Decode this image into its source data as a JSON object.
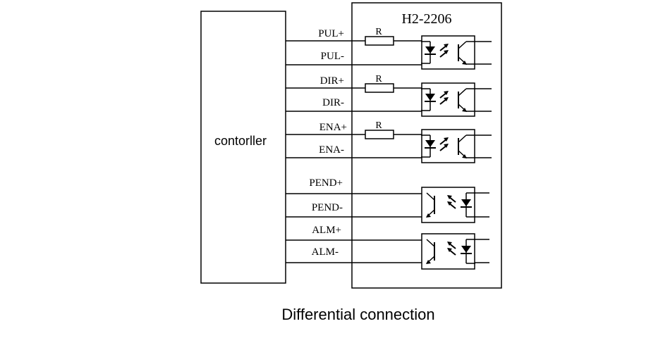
{
  "diagram": {
    "controller_label": "contorller",
    "driver_title": "H2-2206",
    "caption": "Differential connection",
    "resistor_label": "R",
    "signals": {
      "pul_plus": "PUL+",
      "pul_minus": "PUL-",
      "dir_plus": "DIR+",
      "dir_minus": "DIR-",
      "ena_plus": "ENA+",
      "ena_minus": "ENA-",
      "pend_plus": "PEND+",
      "pend_minus": "PEND-",
      "alm_plus": "ALM+",
      "alm_minus": "ALM-"
    },
    "colors": {
      "line": "#000000",
      "background": "#ffffff"
    }
  }
}
